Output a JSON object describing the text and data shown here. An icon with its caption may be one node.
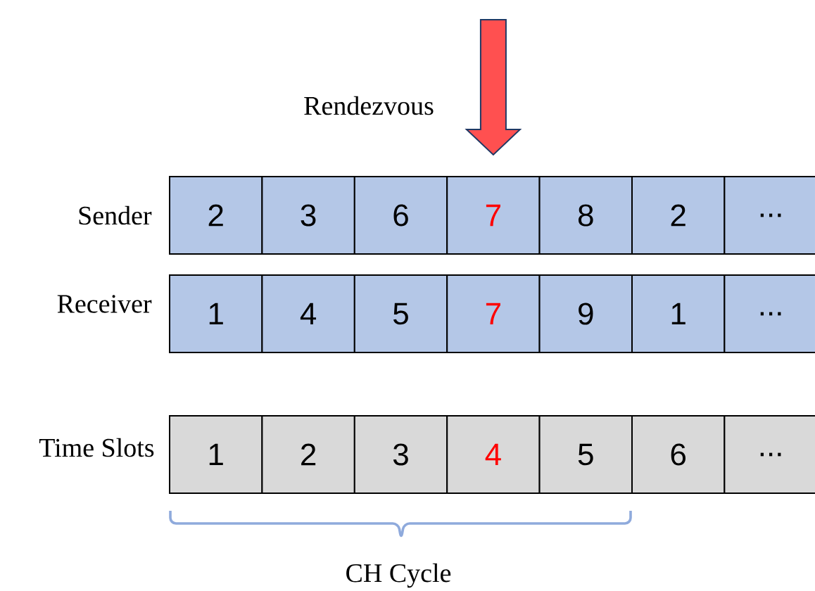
{
  "diagram": {
    "nodes": [
      {
        "text": [
          "2"
        ]
      },
      {
        "text": [
          "3"
        ]
      },
      {
        "text": [
          "6"
        ]
      },
      {
        "text": [
          "7"
        ]
      },
      {
        "text": [
          "8"
        ]
      },
      {
        "text": [
          "2"
        ]
      },
      {
        "text": [
          "..."
        ]
      },
      {
        "text": [
          "1"
        ]
      },
      {
        "text": [
          "4"
        ]
      },
      {
        "text": [
          "5"
        ]
      },
      {
        "text": [
          "7"
        ]
      },
      {
        "text": [
          "9"
        ]
      },
      {
        "text": [
          "1"
        ]
      },
      {
        "text": [
          "..."
        ]
      },
      {
        "text": [
          "1"
        ]
      },
      {
        "text": [
          "2"
        ]
      },
      {
        "text": [
          "3"
        ]
      },
      {
        "text": [
          "4"
        ]
      },
      {
        "text": [
          "5"
        ]
      },
      {
        "text": [
          "6"
        ]
      },
      {
        "text": [
          "..."
        ]
      }
    ],
    "edges": [
      {
        "from": null,
        "to": 3,
        "arrow": "to",
        "color": "#ff5050"
      }
    ],
    "labels": [
      "Rendezvous",
      "Sender",
      "Receiver",
      "Time Slots",
      "CH Cycle"
    ]
  }
}
